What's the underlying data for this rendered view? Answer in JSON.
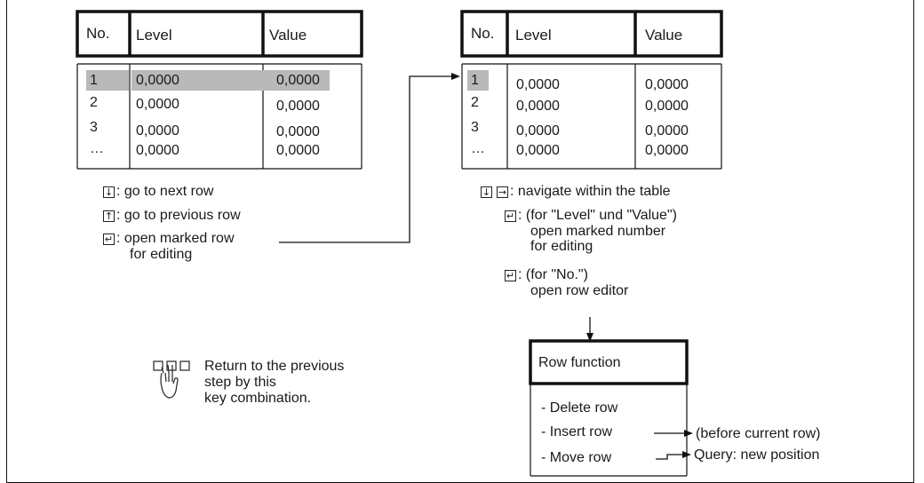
{
  "left_table": {
    "headers": {
      "no": "No.",
      "level": "Level",
      "value": "Value"
    },
    "rows": [
      {
        "no": "1",
        "level": "0,0000",
        "value": "0,0000"
      },
      {
        "no": "2",
        "level": "0,0000",
        "value": "0,0000"
      },
      {
        "no": "3",
        "level": "0,0000",
        "value": "0,0000"
      },
      {
        "no": "…",
        "level": "0,0000",
        "value": "0,0000"
      }
    ]
  },
  "right_table": {
    "headers": {
      "no": "No.",
      "level": "Level",
      "value": "Value"
    },
    "rows": [
      {
        "no": "1",
        "level": "0,0000",
        "value": "0,0000"
      },
      {
        "no": "2",
        "level": "0,0000",
        "value": "0,0000"
      },
      {
        "no": "3",
        "level": "0,0000",
        "value": "0,0000"
      },
      {
        "no": "…",
        "level": "0,0000",
        "value": "0,0000"
      }
    ]
  },
  "left_legend": {
    "next_row": ": go to next row",
    "prev_row": ": go to previous row",
    "open_row_1": ": open marked row",
    "open_row_2": "for editing"
  },
  "right_legend": {
    "navigate": ": navigate within the table",
    "level_value_1": ": (for \"Level\" und \"Value\")",
    "level_value_2": "open marked number",
    "level_value_3": "for editing",
    "no_1": ": (for \"No.\")",
    "no_2": "open row editor"
  },
  "return_note": {
    "line1": "Return to the previous",
    "line2": "step by this",
    "line3": "key combination."
  },
  "row_function": {
    "title": "Row function",
    "items": [
      "- Delete row",
      "- Insert row",
      "- Move row"
    ],
    "insert_target": "(before current row)",
    "move_target": "Query: new position"
  },
  "icons": {
    "down": "arrow-down-key-icon",
    "up": "arrow-up-key-icon",
    "right": "arrow-right-key-icon",
    "enter": "enter-key-icon",
    "hand": "hand-keys-icon"
  },
  "colors": {
    "highlight": "#b9b9b9",
    "line": "#111111"
  }
}
